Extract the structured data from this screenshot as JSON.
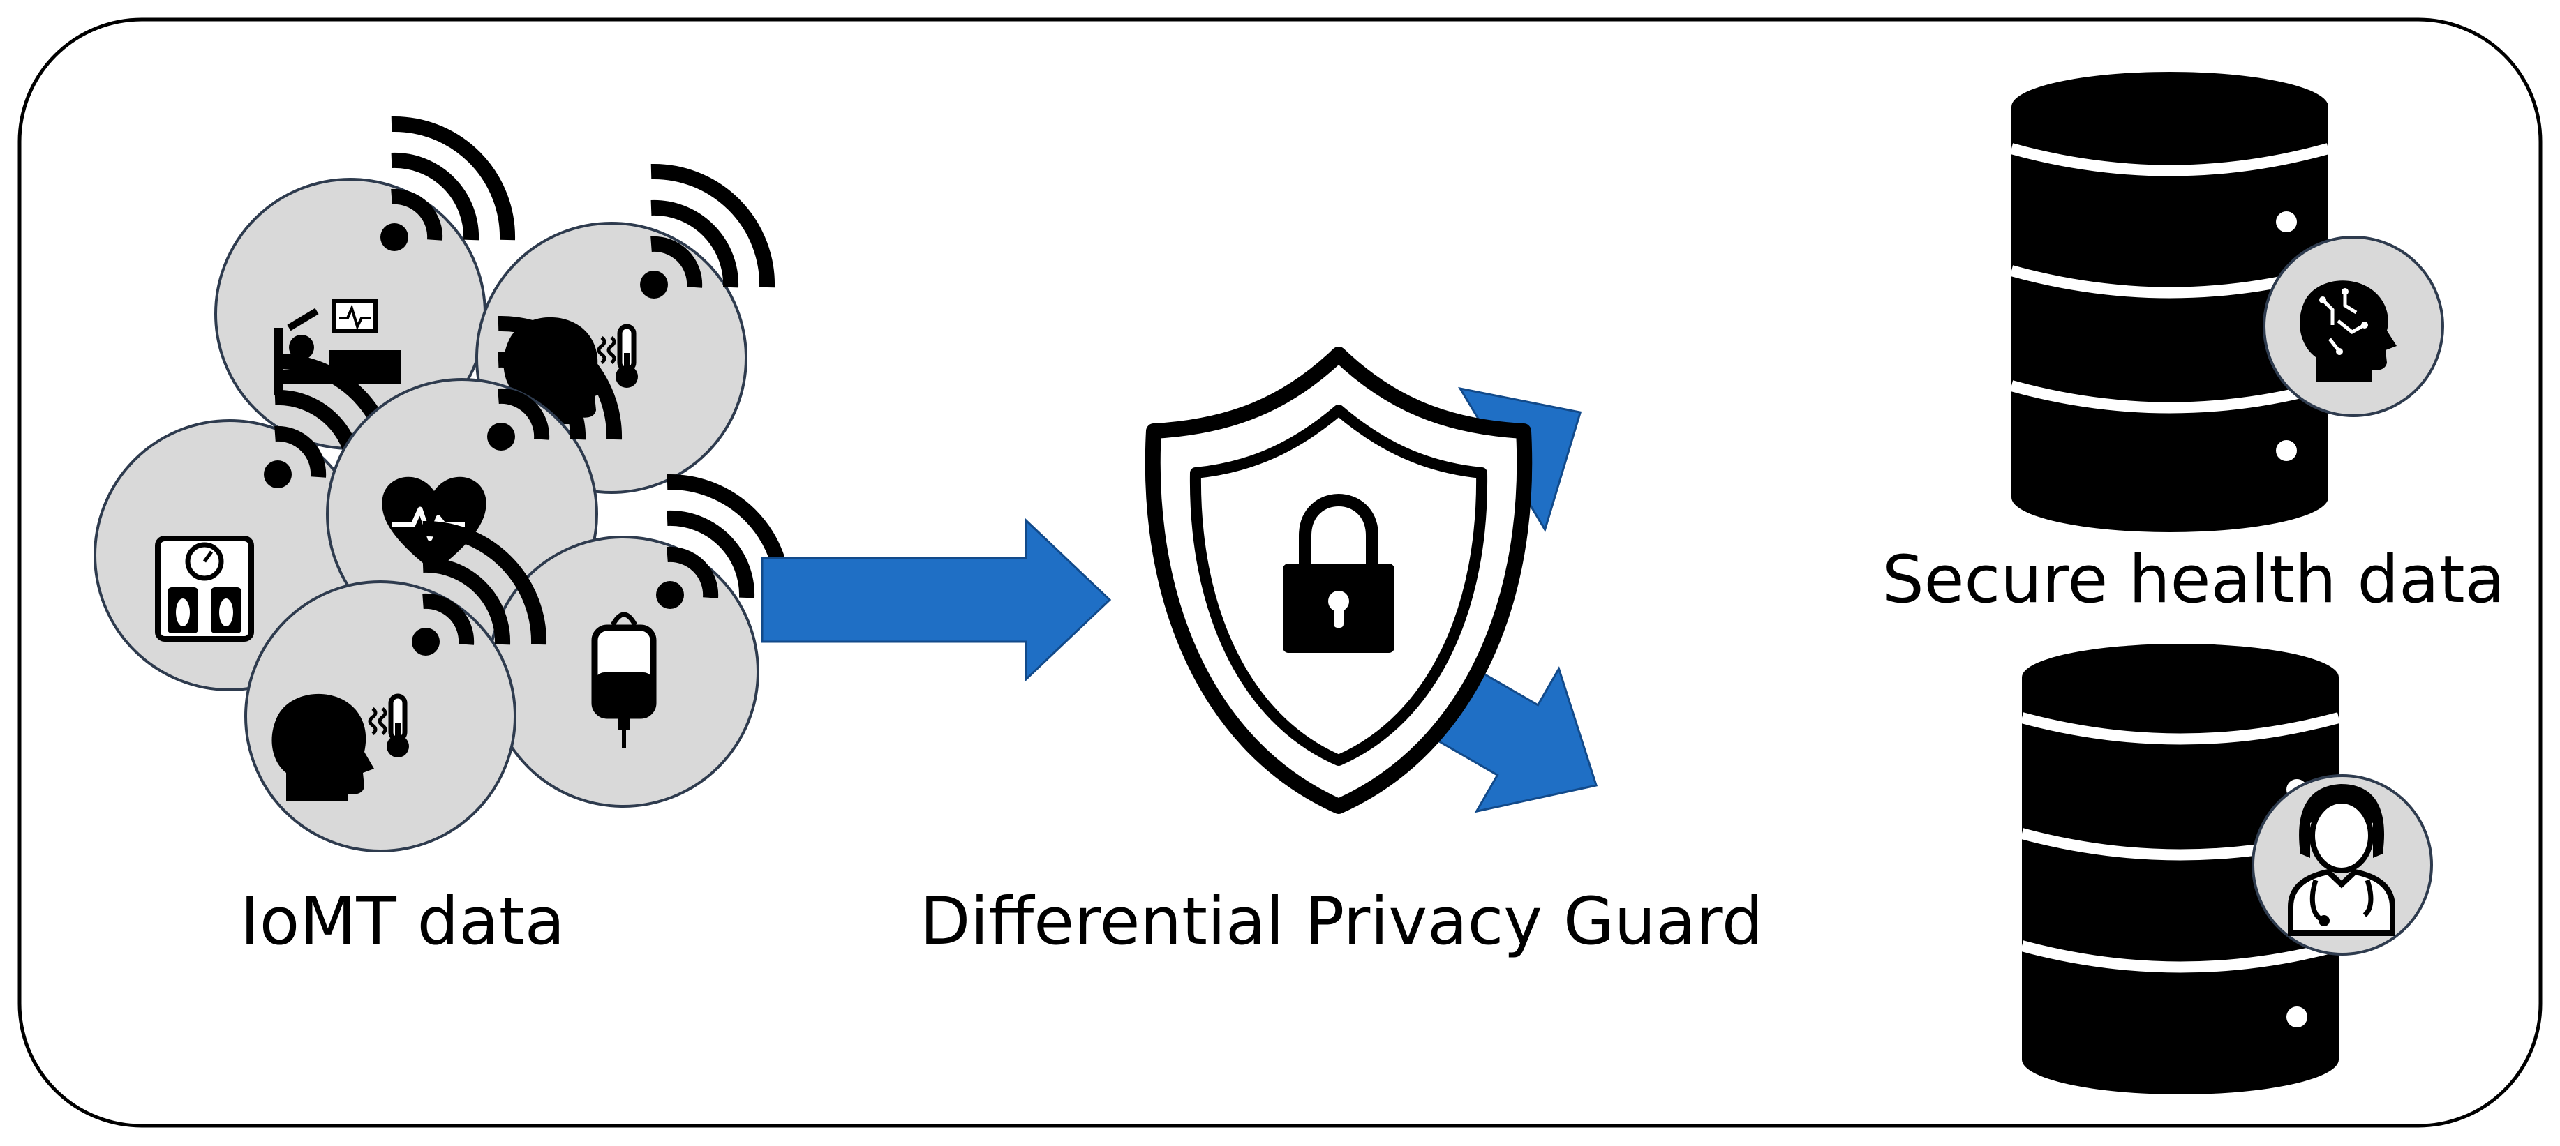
{
  "labels": {
    "iomt": "IoMT data",
    "guard": "Differential Privacy Guard",
    "secure": "Secure health data"
  },
  "icons": {
    "devices": [
      "hospital-bed-monitor-icon",
      "fever-thermometer-icon",
      "weight-scale-icon",
      "heart-rate-icon",
      "iv-drip-bag-icon",
      "fever-thermometer-icon"
    ],
    "wireless": "wifi-signal-icon",
    "guard": "shield-lock-icon",
    "databases": [
      "database-icon",
      "database-icon"
    ],
    "badges": [
      "ai-brain-head-icon",
      "doctor-icon"
    ]
  },
  "colors": {
    "arrow": "#1f6fc5",
    "device_circle_fill": "#d9d9d9",
    "device_circle_stroke": "#2e3b4e",
    "icon": "#000000",
    "frame": "#000000"
  }
}
